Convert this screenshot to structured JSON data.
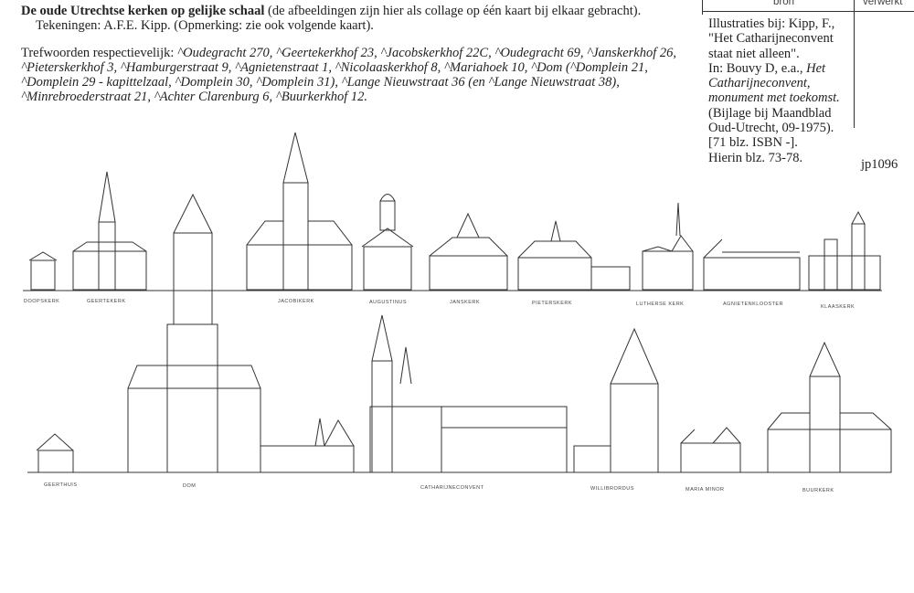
{
  "header": {
    "title_bold": "De oude Utrechtse kerken op gelijke schaal",
    "title_rest": " (de afbeeldingen zijn hier als collage op één kaart bij elkaar gebracht).",
    "drawings": "Tekeningen: A.F.E. Kipp. (Opmerking: zie ook volgende kaart).",
    "keywords_label": "Trefwoorden respectievelijk: ",
    "keywords": "^Oudegracht 270, ^Geertekerkhof 23, ^Jacobskerkhof 22C, ^Oudegracht 69, ^Janskerkhof 26, ^Pieterskerkhof 3, ^Hamburgerstraat 9, ^Agnietenstraat 1, ^Nicolaaskerkhof 8, ^Mariahoek 10, ^Dom (^Domplein 21, ^Domplein 29 - kapittelzaal, ^Domplein 30, ^Domplein 31), ^Lange Nieuwstraat 36 (en ^Lange Nieuwstraat 38), ^Minrebroederstraat 21, ^Achter Clarenburg 6, ^Buurkerkhof 12."
  },
  "source": {
    "col_bron": "bron",
    "col_verwerkt": "verwerkt",
    "lines": [
      "Illustraties bij: Kipp, F.,",
      "\"Het Catharijneconvent",
      "staat niet alleen\".",
      "In: Bouvy D, e.a., "
    ],
    "italic": "Het Catharijneconvent, monument met toekomst.",
    "lines2": [
      "(Bijlage bij Maandblad",
      "Oud-Utrecht, 09-1975).",
      "[71  blz. ISBN -].",
      "Hierin blz. 73-78."
    ],
    "id": "jp1096"
  },
  "labels": {
    "top": [
      "DOOPSKERK",
      "GEERTEKERK",
      "JACOBIKERK",
      "AUGUSTINUS",
      "JANSKERK",
      "PIETERSKERK",
      "LUTHERSE KERK",
      "AGNIETENKLOOSTER",
      "KLAASKERK"
    ],
    "bottom": [
      "GEERTHUIS",
      "DOM",
      "CATHARIJNECONVENT",
      "WILLIBRORDUS",
      "MARIA MINOR",
      "BUURKERK"
    ]
  }
}
